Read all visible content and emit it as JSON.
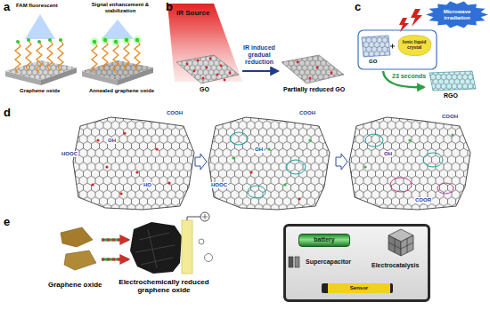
{
  "diagram": {
    "nodes": [
      {
        "text": [
          "Microwave irradiation"
        ]
      },
      {
        "text": [
          "Ionic liquid crystal"
        ]
      },
      {
        "text": [
          "Supercapacitor",
          "Electrocatalysis"
        ]
      },
      {
        "text": [
          "battery"
        ],
        "in": 2
      },
      {
        "text": [
          "Sensor"
        ],
        "in": 2
      }
    ],
    "labels": [
      "a",
      "FAM fluorescent",
      "Signal enhancement & stabilization",
      "Graphene oxide",
      "Annealed graphene oxide",
      "b",
      "IR Source",
      "IR induced gradual reduction",
      "GO",
      "Partially reduced GO",
      "c",
      "GO",
      "23 seconds",
      "RGO",
      "d",
      "COOH",
      "HOOC",
      "OH",
      "HO",
      "COOH",
      "HOOC",
      "OH",
      "COOH",
      "COOR",
      "OH",
      "e",
      "Graphene oxide",
      "Electrochemically reduced graphene oxide"
    ]
  }
}
